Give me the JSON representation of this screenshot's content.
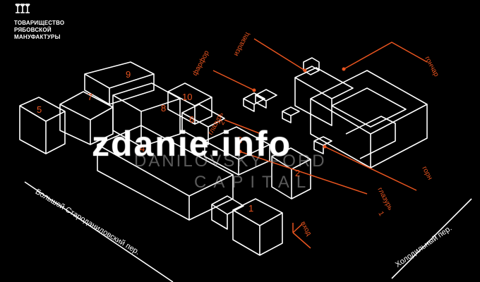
{
  "logo": {
    "icon": "three-chalice-icon",
    "org_name_lines": [
      "ТОВАРИЩЕСТВО",
      "РЯБОВСКОЙ",
      "МАНУФАКТУРЫ"
    ]
  },
  "streets": {
    "left": "Большой Староданиловский пер.",
    "right": "Холодильный пер."
  },
  "building_numbers": [
    "1",
    "2",
    "3",
    "4",
    "5",
    "6",
    "7",
    "8",
    "9",
    "10"
  ],
  "labels": {
    "farfor": "фарфор",
    "izrazets": "изразец",
    "gonchar": "гончар",
    "glazur2_word": "глазурь",
    "glazur2_num": "2",
    "gorn": "горн",
    "glazur1_word": "глазурь",
    "glazur1_num": "1",
    "vkhod": "вход"
  },
  "watermark": {
    "main": "zdanie.info",
    "sub1": "DANILOVSKY FORD",
    "sub2": "CAPITAL"
  },
  "colors": {
    "accent": "#e8541f",
    "line": "#ffffff",
    "background": "#000000"
  }
}
